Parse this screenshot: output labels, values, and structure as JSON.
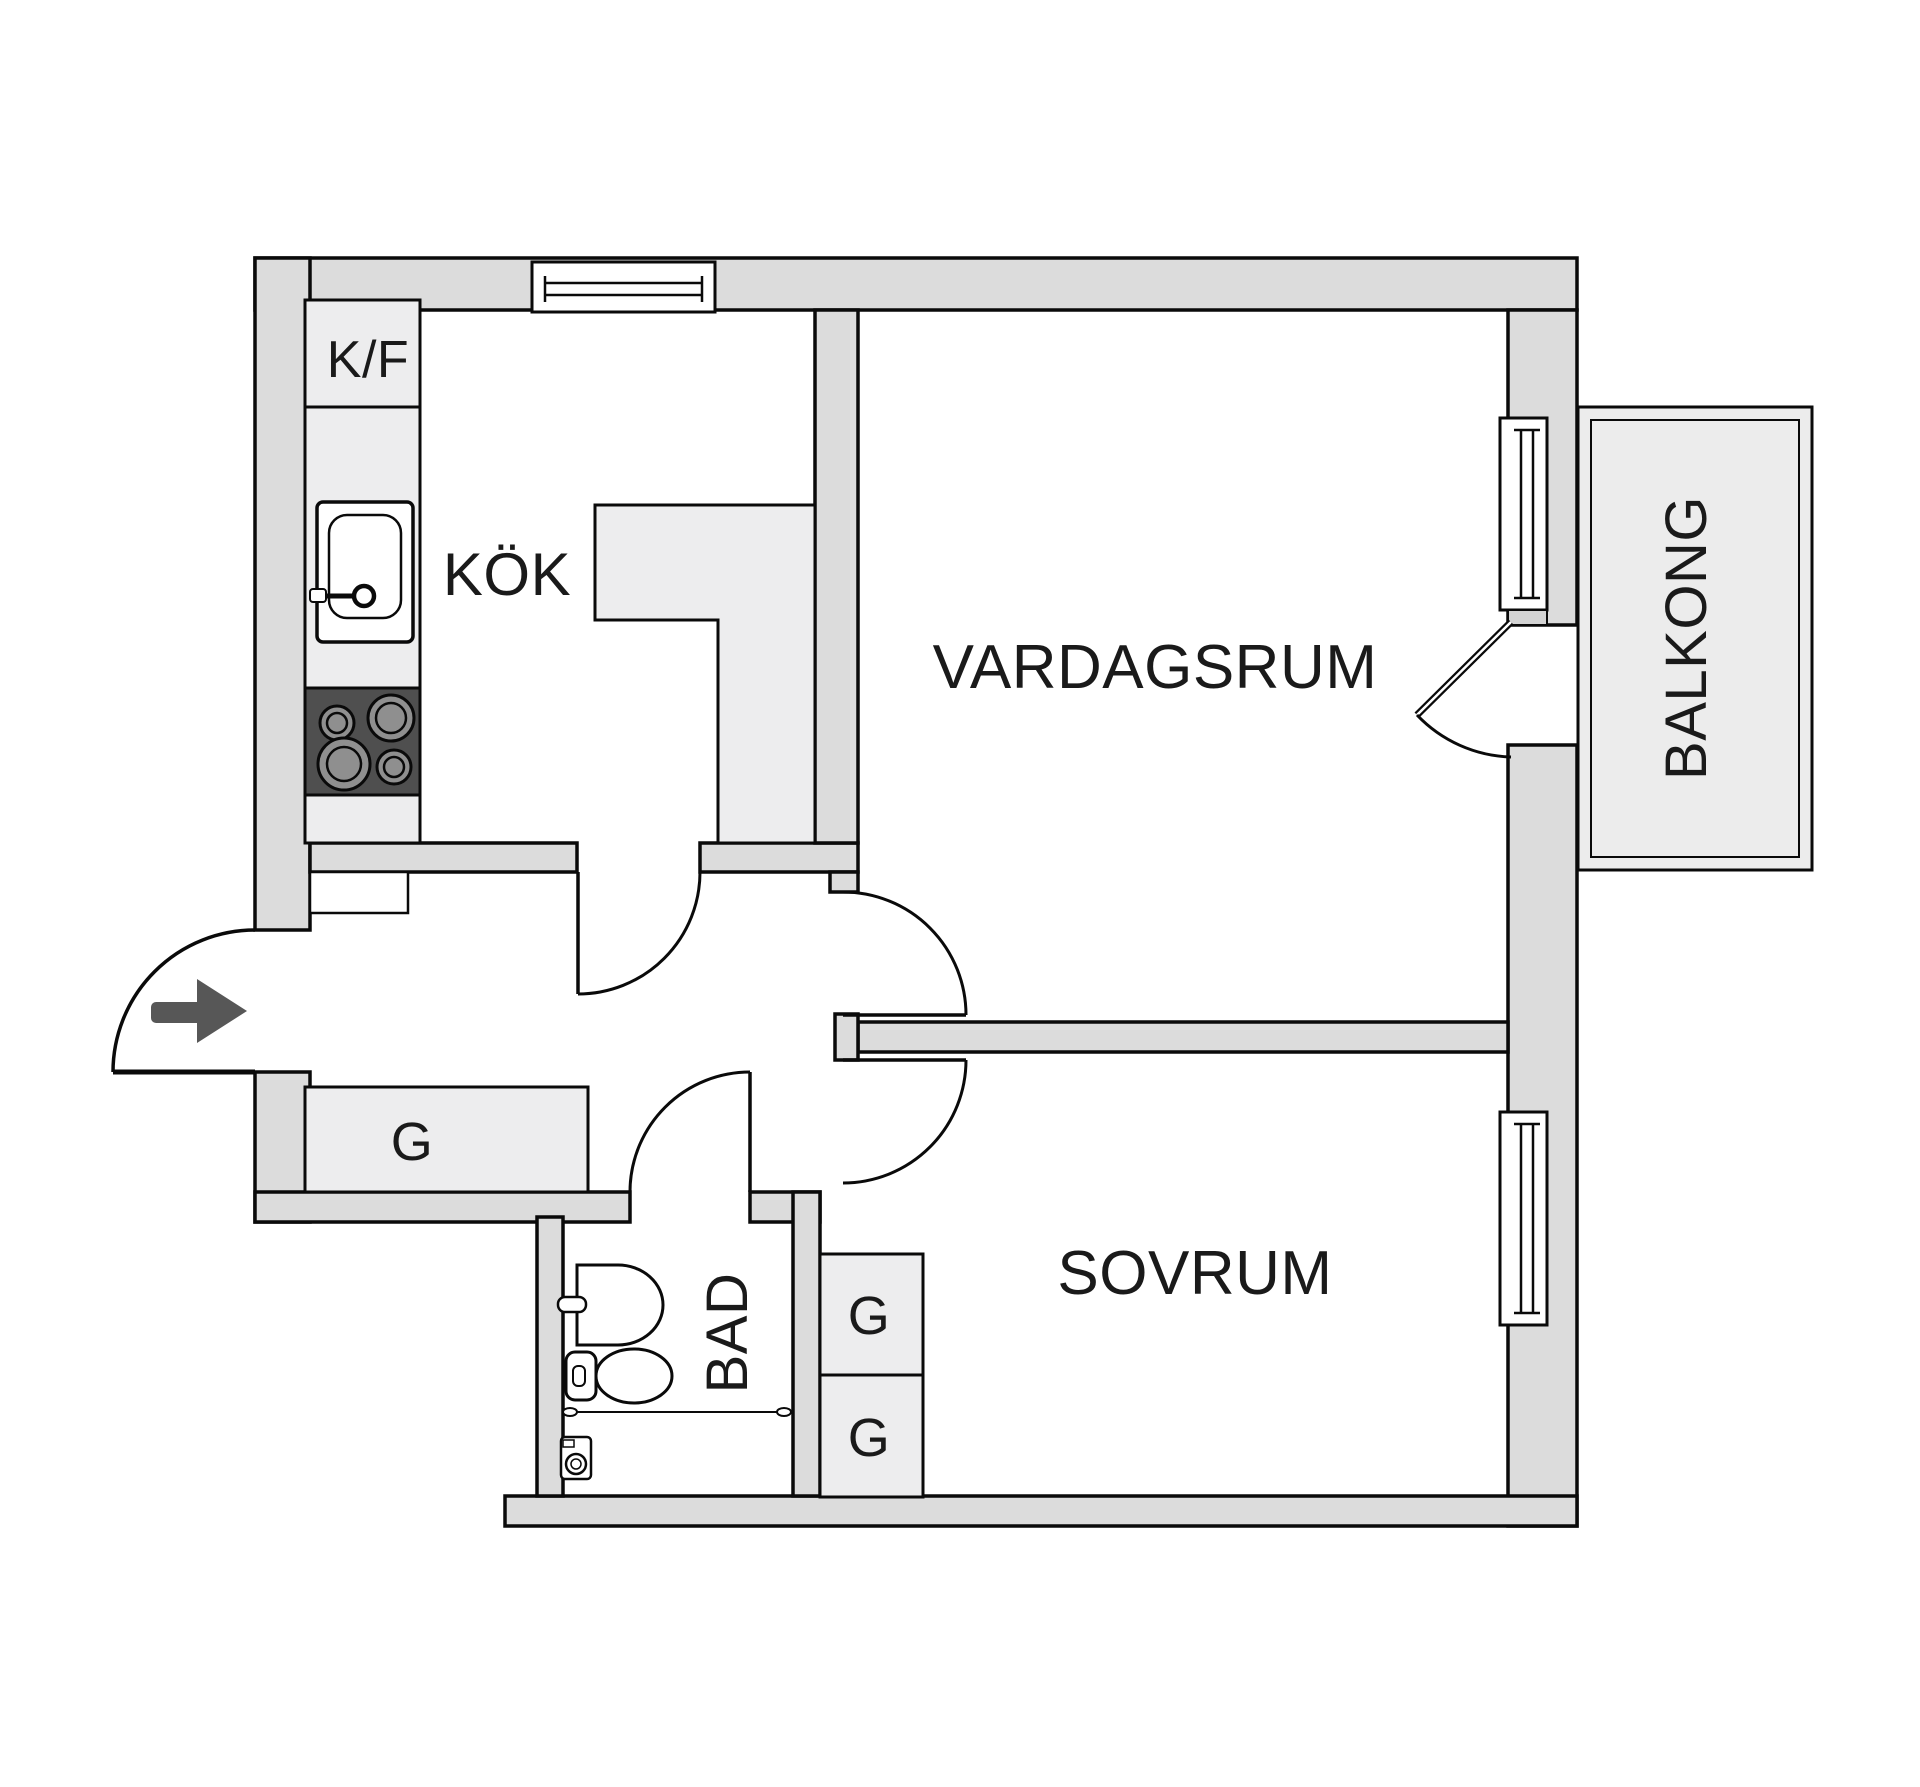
{
  "plan": {
    "type": "apartment-floor-plan",
    "rooms": {
      "kitchen": {
        "label": "KÖK"
      },
      "fridge_freezer": {
        "label": "K/F"
      },
      "living_room": {
        "label": "VARDAGSRUM"
      },
      "balcony": {
        "label": "BALKONG"
      },
      "bedroom": {
        "label": "SOVRUM"
      },
      "bathroom": {
        "label": "BAD"
      },
      "hall_wardrobe": {
        "label": "G"
      },
      "bedroom_wardrobe_top": {
        "label": "G"
      },
      "bedroom_wardrobe_bottom": {
        "label": "G"
      }
    },
    "colors": {
      "wall": "#dcdcdc",
      "fixture": "#ededee",
      "balcony_floor": "#ececec",
      "stove": "#4f4f4f",
      "burner": "#8f8f8f",
      "entry_arrow": "#575757",
      "line": "#0a0a0a",
      "background": "#ffffff",
      "text": "#1a1a1a",
      "window_sill": "#d3d3d3"
    },
    "icons": {
      "entry_arrow": "entry-direction-arrow",
      "kitchen_sink": "kitchen-sink",
      "stove": "four-burner-stove",
      "bath_basin": "wash-basin",
      "toilet": "toilet",
      "washing_machine": "washing-machine",
      "shower_line": "shower-curtain-line"
    }
  }
}
